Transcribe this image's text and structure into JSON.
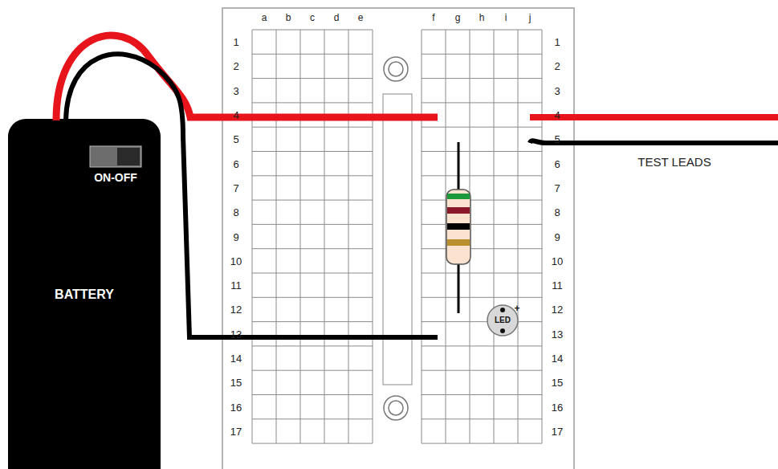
{
  "diagram": {
    "nodes": [
      {
        "text": [
          "ON-OFF",
          "BATTERY"
        ]
      },
      {
        "text": [
          "LED",
          "+"
        ]
      }
    ],
    "labels": [
      "a",
      "b",
      "c",
      "d",
      "e",
      "f",
      "g",
      "h",
      "i",
      "j",
      "1",
      "2",
      "3",
      "4",
      "5",
      "6",
      "7",
      "8",
      "9",
      "10",
      "11",
      "12",
      "13",
      "14",
      "15",
      "16",
      "17",
      "1",
      "2",
      "3",
      "4",
      "5",
      "6",
      "7",
      "8",
      "9",
      "10",
      "11",
      "12",
      "13",
      "14",
      "15",
      "16",
      "17",
      "TEST LEADS"
    ]
  }
}
